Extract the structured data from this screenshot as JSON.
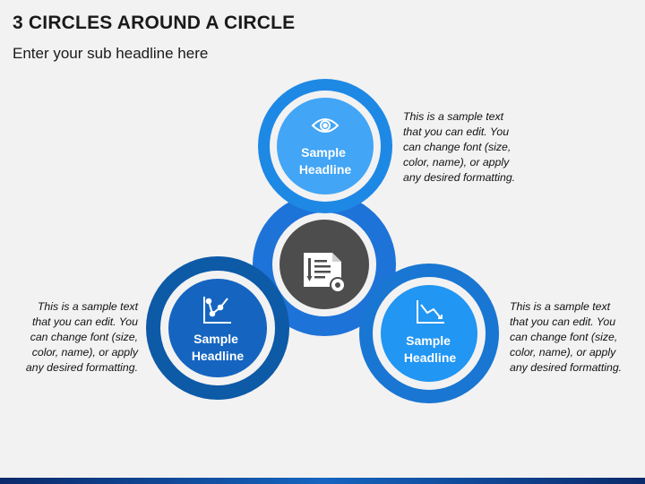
{
  "title": "3 CIRCLES AROUND A CIRCLE",
  "subtitle": "Enter your sub headline here",
  "nodes": {
    "top": {
      "headline": [
        "Sample",
        "Headline"
      ],
      "icon": "eye-icon",
      "text": [
        "This is a sample text",
        "that you can edit. You",
        "can change font (size,",
        "color, name), or apply",
        "any desired formatting."
      ]
    },
    "left": {
      "headline": [
        "Sample",
        "Headline"
      ],
      "icon": "line-chart-icon",
      "text": [
        "This is a sample text",
        "that you can edit. You",
        "can change font (size,",
        "color, name), or apply",
        "any desired formatting."
      ]
    },
    "right": {
      "headline": [
        "Sample",
        "Headline"
      ],
      "icon": "trend-down-chart-icon",
      "text": [
        "This is a sample text",
        "that you can edit. You",
        "can change font (size,",
        "color, name), or apply",
        "any desired formatting."
      ]
    },
    "center": {
      "icon": "document-settings-icon"
    }
  },
  "colors": {
    "background": "#f2f2f2",
    "center_ring": "#1e73d8",
    "center_fill": "#4d4d4d",
    "top_ring": "#1e88e5",
    "top_fill": "#42a5f5",
    "left_ring": "#0d5aa7",
    "left_fill": "#1565c0",
    "right_ring": "#1976d2",
    "right_fill": "#2196f3"
  }
}
